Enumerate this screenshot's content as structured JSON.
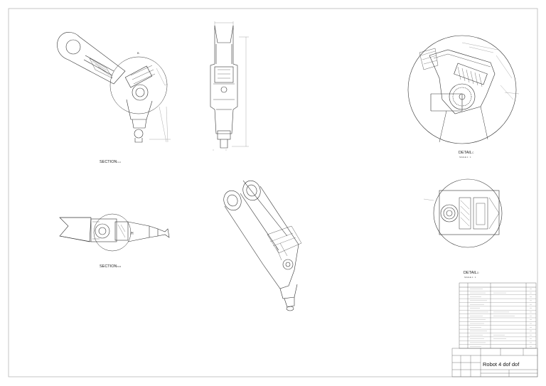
{
  "drawing": {
    "title_block": {
      "title": "Robot 4 dof dof"
    },
    "views": {
      "section_a_label": "SECTION",
      "section_a_suffix": "A-A",
      "section_b_label": "SECTION",
      "section_b_suffix": "B-B",
      "detail_c_label": "DETAIL",
      "detail_c_suffix": "C",
      "detail_c_scale": "SCALE 1 : 1",
      "detail_d_label": "DETAIL",
      "detail_d_suffix": "D",
      "detail_d_scale": "SCALE 1 : 1",
      "cut_marker": "B"
    },
    "colors": {
      "line": "#333333",
      "light_line": "#8a8a8a",
      "frame": "#b0b0b0",
      "background": "#ffffff"
    }
  }
}
